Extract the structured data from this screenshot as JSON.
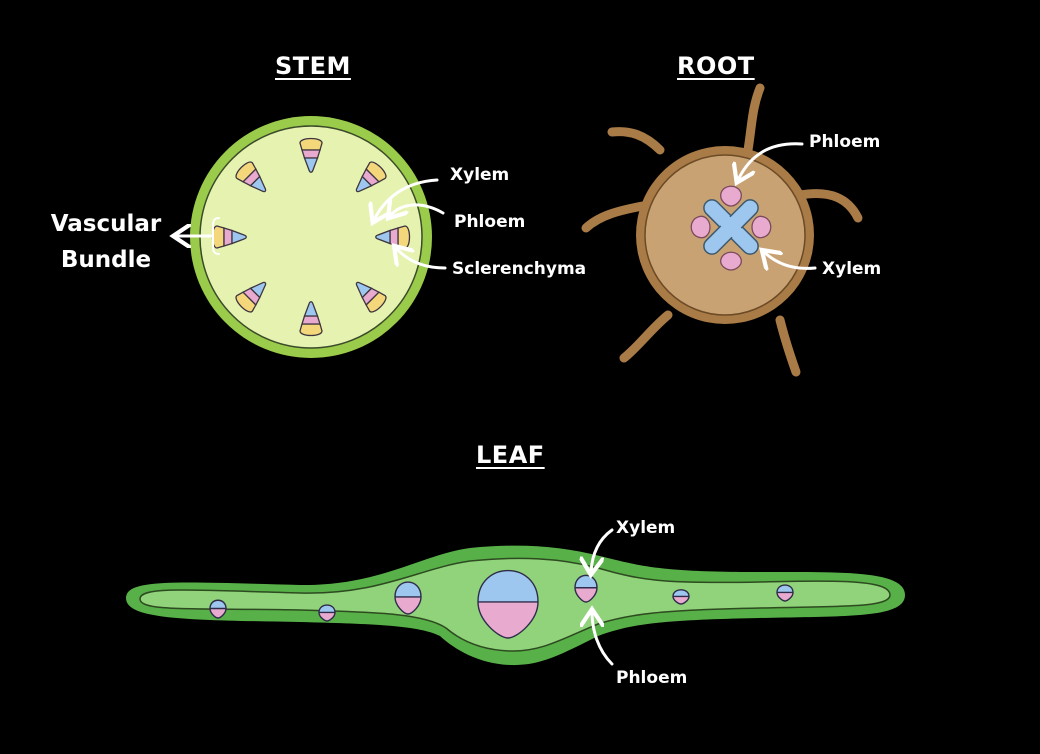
{
  "stem": {
    "title": "STEM",
    "labels": {
      "vascular_bundle_line1": "Vascular",
      "vascular_bundle_line2": "Bundle",
      "xylem": "Xylem",
      "phloem": "Phloem",
      "sclerenchyma": "Sclerenchyma"
    },
    "bundle_count": 8
  },
  "root": {
    "title": "ROOT",
    "labels": {
      "phloem": "Phloem",
      "xylem": "Xylem"
    },
    "phloem_count": 4
  },
  "leaf": {
    "title": "LEAF",
    "labels": {
      "xylem": "Xylem",
      "phloem": "Phloem"
    },
    "bundle_count": 7
  },
  "colors": {
    "background": "#000000",
    "stem_cortex": "#e6f2b0",
    "stem_epidermis": "#9acb4a",
    "xylem": "#9ec7ef",
    "phloem": "#e9aacf",
    "sclerenchyma": "#f4d77a",
    "root_fill": "#c9a274",
    "root_border": "#a97b47",
    "leaf_outer": "#58b048",
    "leaf_inner": "#90d37a",
    "arrow": "#ffffff"
  }
}
